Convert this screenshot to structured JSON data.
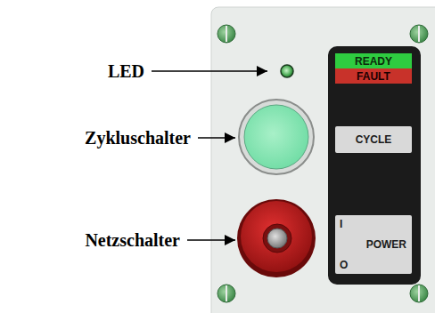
{
  "diagram": {
    "nodes": [
      {
        "text": [
          "READY"
        ]
      },
      {
        "text": [
          "FAULT"
        ]
      },
      {
        "text": [
          "CYCLE"
        ]
      },
      {
        "text": [
          "I",
          "POWER",
          "O"
        ]
      }
    ],
    "labels": [
      "LED",
      "Zykluschalter",
      "Netzschalter"
    ]
  }
}
